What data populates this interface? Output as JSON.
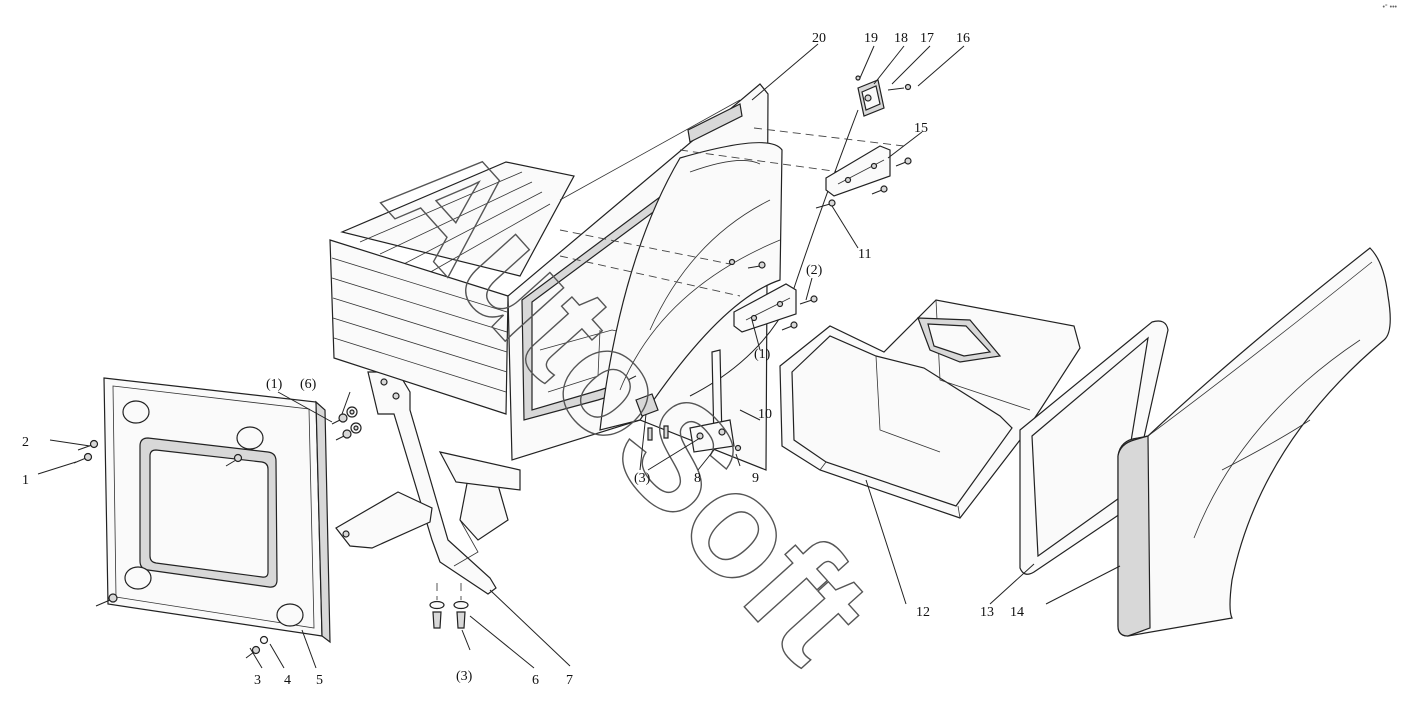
{
  "watermark": "AutoSoft",
  "corner_text": "•° •••",
  "callouts": [
    {
      "id": "c1",
      "label": "1"
    },
    {
      "id": "c2",
      "label": "2"
    },
    {
      "id": "c3",
      "label": "3"
    },
    {
      "id": "c4",
      "label": "4"
    },
    {
      "id": "c5",
      "label": "5"
    },
    {
      "id": "c6",
      "label": "6"
    },
    {
      "id": "c7",
      "label": "7"
    },
    {
      "id": "c8",
      "label": "8"
    },
    {
      "id": "c9",
      "label": "9"
    },
    {
      "id": "c10",
      "label": "10"
    },
    {
      "id": "c11",
      "label": "11"
    },
    {
      "id": "c12",
      "label": "12"
    },
    {
      "id": "c13",
      "label": "13"
    },
    {
      "id": "c14",
      "label": "14"
    },
    {
      "id": "c15",
      "label": "15"
    },
    {
      "id": "c16",
      "label": "16"
    },
    {
      "id": "c17",
      "label": "17"
    },
    {
      "id": "c18",
      "label": "18"
    },
    {
      "id": "c19",
      "label": "19"
    },
    {
      "id": "c20",
      "label": "20"
    },
    {
      "id": "p1a",
      "label": "(1)"
    },
    {
      "id": "p6a",
      "label": "(6)"
    },
    {
      "id": "p2a",
      "label": "(2)"
    },
    {
      "id": "p1b",
      "label": "(1)"
    },
    {
      "id": "p3a",
      "label": "(3)"
    },
    {
      "id": "p3b",
      "label": "(3)"
    }
  ]
}
